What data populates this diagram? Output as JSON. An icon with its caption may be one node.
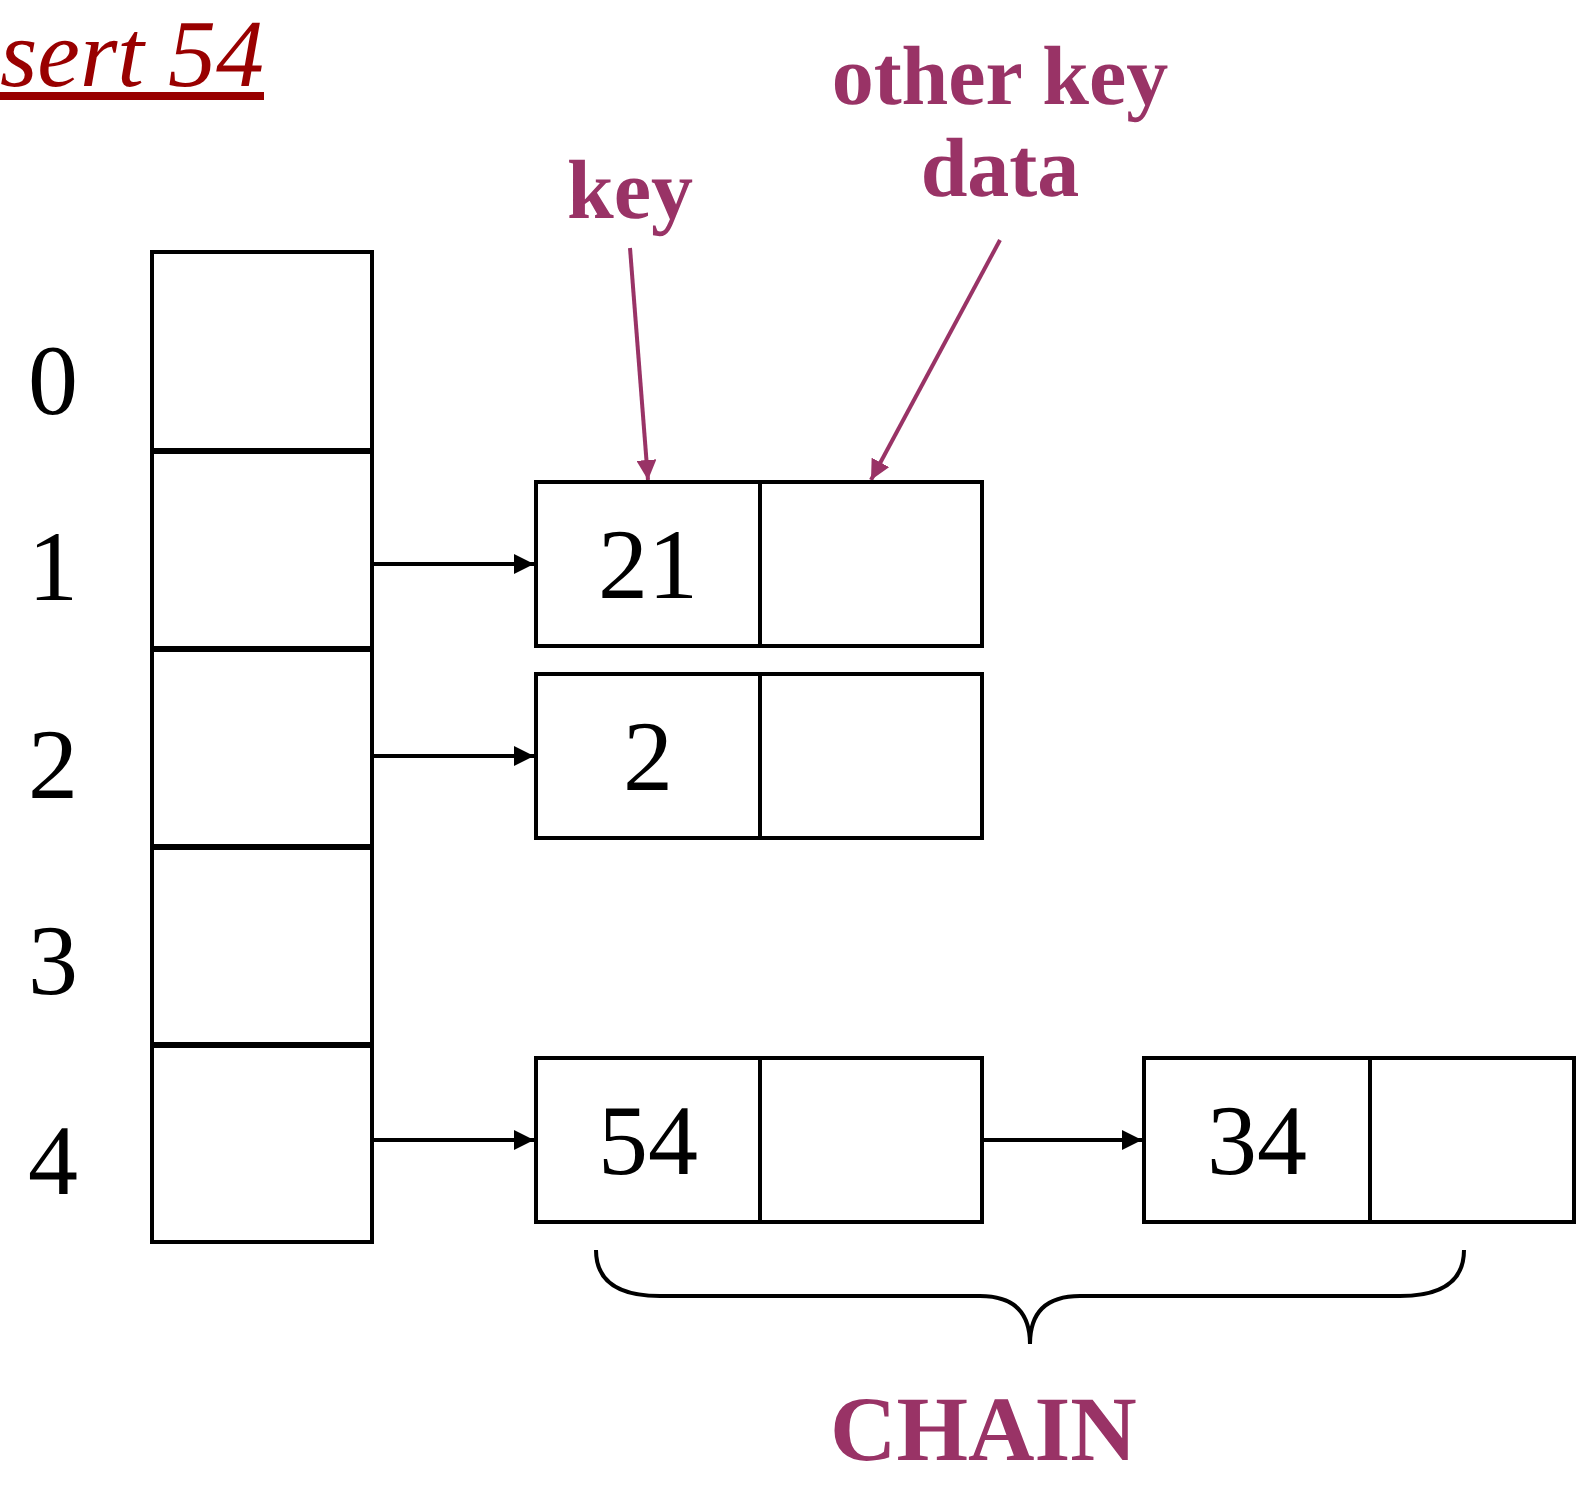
{
  "diagram": {
    "title": "sert 54",
    "nodes": [
      {
        "text": [],
        "shape": "box"
      },
      {
        "text": [],
        "shape": "box"
      },
      {
        "text": [],
        "shape": "box"
      },
      {
        "text": [],
        "shape": "box"
      },
      {
        "text": [],
        "shape": "box"
      },
      {
        "text": [
          "21"
        ]
      },
      {
        "text": [],
        "shape": "box"
      },
      {
        "text": [
          "2"
        ]
      },
      {
        "text": [],
        "shape": "box"
      },
      {
        "text": [
          "54"
        ]
      },
      {
        "text": [],
        "shape": "box"
      },
      {
        "text": [
          "34"
        ]
      },
      {
        "text": [],
        "shape": "box"
      },
      {
        "text": [
          "key"
        ]
      },
      {
        "text": [
          "other key data"
        ]
      }
    ],
    "edges": [
      {
        "from": 1,
        "to": 5,
        "arrow": "to"
      },
      {
        "from": 2,
        "to": 7,
        "arrow": "to"
      },
      {
        "from": 4,
        "to": 9,
        "arrow": "to"
      },
      {
        "from": 10,
        "to": 11,
        "arrow": "to"
      },
      {
        "from": 13,
        "to": 5,
        "arrow": "to",
        "color": "#993366"
      },
      {
        "from": 14,
        "to": 6,
        "arrow": "to",
        "color": "#993366"
      }
    ],
    "labels": [
      "0",
      "1",
      "2",
      "3",
      "4",
      "CHAIN"
    ]
  }
}
